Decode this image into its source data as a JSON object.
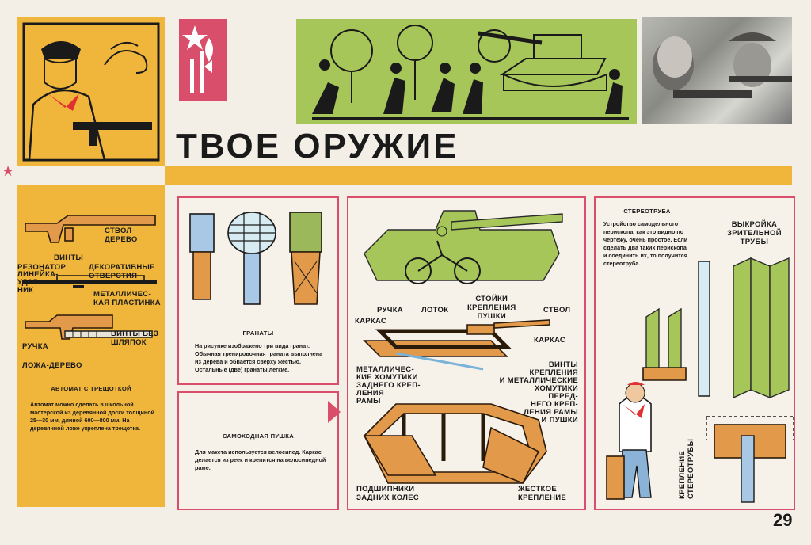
{
  "title": "ТВОЕ ОРУЖИЕ",
  "page_number": "29",
  "colors": {
    "yellow": "#f0b63c",
    "pink": "#d94e6a",
    "green": "#a6c65a",
    "wood": "#e29a4a"
  },
  "rifle": {
    "labels": {
      "barrel": "СТВОЛ-\nДЕРЕВО",
      "screws": "ВИНТЫ",
      "resonator": "РЕЗОНАТОР",
      "firing_pin": "ЛИНЕЙКА-\nУДАР-\nНИК",
      "holes": "ДЕКОРАТИВНЫЕ\nОТВЕРСТИЯ",
      "plate": "МЕТАЛЛИЧЕС-\nКАЯ ПЛАСТИНКА",
      "handle": "РУЧКА",
      "screws_nohead": "ВИНТЫ БЕЗ\nШЛЯПОК",
      "stock": "ЛОЖА-ДЕРЕВО"
    },
    "heading": "АВТОМАТ С ТРЕЩОТКОЙ",
    "text": "Автомат можно сделать в школьной мастерской из деревянной доски толщиной 25—30 мм, длиной 600—800 мм. На деревянной ложе укреплена трещотка."
  },
  "grenades": {
    "heading": "ГРАНАТЫ",
    "text": "На рисунке изображено три вида гранат. Обычная тренировочная граната выполнена из дерева и обвается сверху жестью. Остальные (две) гранаты легкие."
  },
  "gun": {
    "heading": "САМОХОДНАЯ ПУШКА",
    "text": "Для макета используется велосипед. Каркас делается из реек и крепится на велосипедной раме."
  },
  "frame_labels": {
    "handle": "РУЧКА",
    "frame": "КАРКАС",
    "trough": "ЛОТОК",
    "racks": "СТОЙКИ\nКРЕПЛЕНИЯ\nПУШКИ",
    "barrel": "СТВОЛ",
    "frame2": "КАРКАС",
    "rear_clamps": "МЕТАЛЛИЧЕС-\nКИЕ ХОМУТИКИ\nЗАДНЕГО КРЕП-\nЛЕНИЯ\nРАМЫ",
    "front": "ВИНТЫ\nКРЕПЛЕНИЯ\nИ МЕТАЛЛИЧЕСКИЕ\nХОМУТИКИ\nПЕРЕД-\nНЕГО КРЕП-\nЛЕНИЯ РАМЫ\nИ ПУШКИ",
    "bearings": "ПОДШИПНИКИ\nЗАДНИХ КОЛЕС",
    "rigid": "ЖЕСТКОЕ\nКРЕПЛЕНИЕ"
  },
  "periscope": {
    "heading": "СТЕРЕОТРУБА",
    "text": "Устройство самодельного перископа, как это видно по чертежу, очень простое. Если сделать два таких перископа и соединить их, то получится стереотруба.",
    "pattern_label": "ВЫКРОЙКА\nЗРИТЕЛЬНОЙ\nТРУБЫ",
    "mount_label": "КРЕПЛЕНИЕ\nСТЕРЕОТРУБЫ"
  }
}
